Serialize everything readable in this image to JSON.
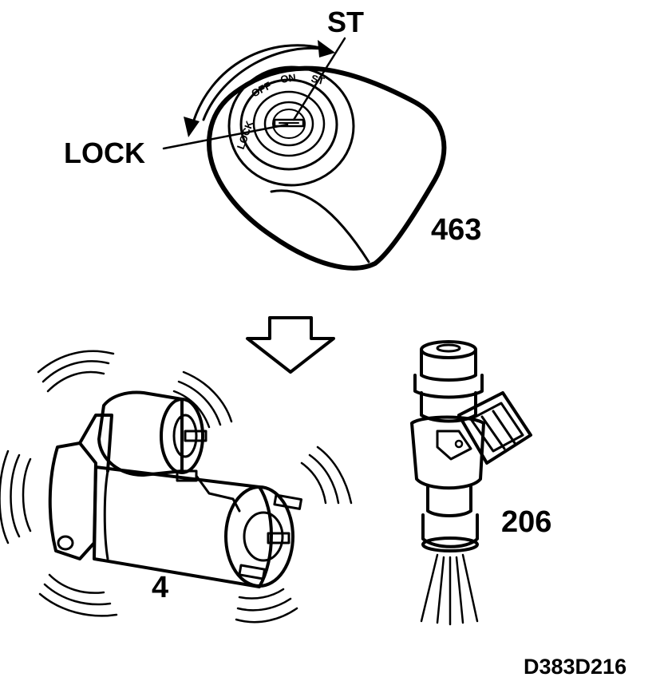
{
  "labels": {
    "st": "ST",
    "lock": "LOCK",
    "ignition_ref": "463",
    "starter_ref": "4",
    "injector_ref": "206",
    "drawing_code": "D383D216"
  },
  "ignition_positions": [
    "LOCK",
    "OFF",
    "ON",
    "ST"
  ]
}
